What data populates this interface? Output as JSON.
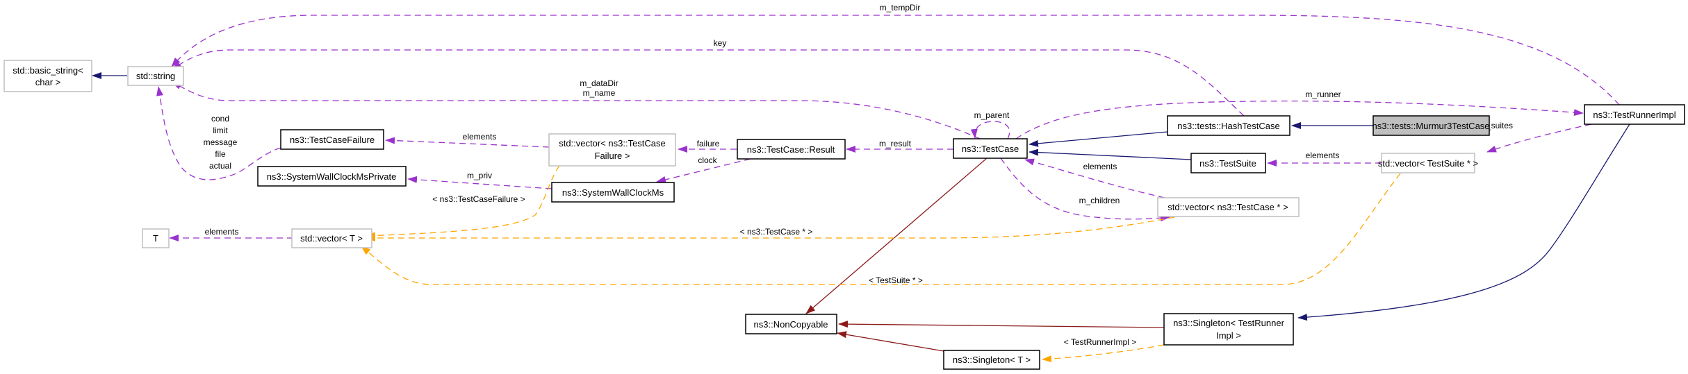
{
  "diagram": {
    "title": "Collaboration diagram for ns3::tests::Murmur3TestCase",
    "nodes": {
      "basic_string": [
        "std::basic_string<",
        "char >"
      ],
      "string": [
        "std::string"
      ],
      "test_case_failure": [
        "ns3::TestCaseFailure"
      ],
      "system_wall_clock_ms_private": [
        "ns3::SystemWallClockMsPrivate"
      ],
      "t": [
        "T"
      ],
      "vector_t": [
        "std::vector< T >"
      ],
      "vector_test_case_failure": [
        "std::vector< ns3::TestCase",
        "Failure >"
      ],
      "system_wall_clock_ms": [
        "ns3::SystemWallClockMs"
      ],
      "test_case_result": [
        "ns3::TestCase::Result"
      ],
      "test_case": [
        "ns3::TestCase"
      ],
      "hash_test_case": [
        "ns3::tests::HashTestCase"
      ],
      "murmur3_test_case": [
        "ns3::tests::Murmur3TestCase"
      ],
      "test_suite": [
        "ns3::TestSuite"
      ],
      "vector_test_case_ptr": [
        "std::vector< ns3::TestCase * >"
      ],
      "vector_test_suite_ptr": [
        "std::vector< TestSuite * >"
      ],
      "test_runner_impl": [
        "ns3::TestRunnerImpl"
      ],
      "non_copyable": [
        "ns3::NonCopyable"
      ],
      "singleton_test_runner": [
        "ns3::Singleton< TestRunner",
        "Impl >"
      ],
      "singleton_t": [
        "ns3::Singleton< T >"
      ]
    },
    "edge_labels": {
      "m_temp_dir": [
        "m_tempDir"
      ],
      "key": [
        "key"
      ],
      "data_dir_name": [
        "m_dataDir",
        "m_name"
      ],
      "failure_fields": [
        "cond",
        "limit",
        "message",
        "file",
        "actual"
      ],
      "elements_failure": [
        "elements"
      ],
      "m_priv": [
        "m_priv"
      ],
      "tmpl_test_case_failure": [
        "< ns3::TestCaseFailure >"
      ],
      "elements_t": [
        "elements"
      ],
      "failure": [
        "failure"
      ],
      "clock": [
        "clock"
      ],
      "m_result": [
        "m_result"
      ],
      "m_parent": [
        "m_parent"
      ],
      "m_runner": [
        "m_runner"
      ],
      "m_suites": [
        "m_suites"
      ],
      "elements_suite": [
        "elements"
      ],
      "elements_case": [
        "elements"
      ],
      "m_children": [
        "m_children"
      ],
      "tmpl_test_case_ptr": [
        "< ns3::TestCase * >"
      ],
      "tmpl_test_suite_ptr": [
        "< TestSuite * >"
      ],
      "tmpl_test_runner_impl": [
        "< TestRunnerImpl >"
      ]
    },
    "colors": {
      "inheritance": "#191970",
      "private_inheritance": "#8b1a1a",
      "usage": "#9a32cd",
      "template_instance": "#ffa500",
      "focus_fill": "#bfbfbf",
      "template_border": "#bfbfbf"
    }
  }
}
